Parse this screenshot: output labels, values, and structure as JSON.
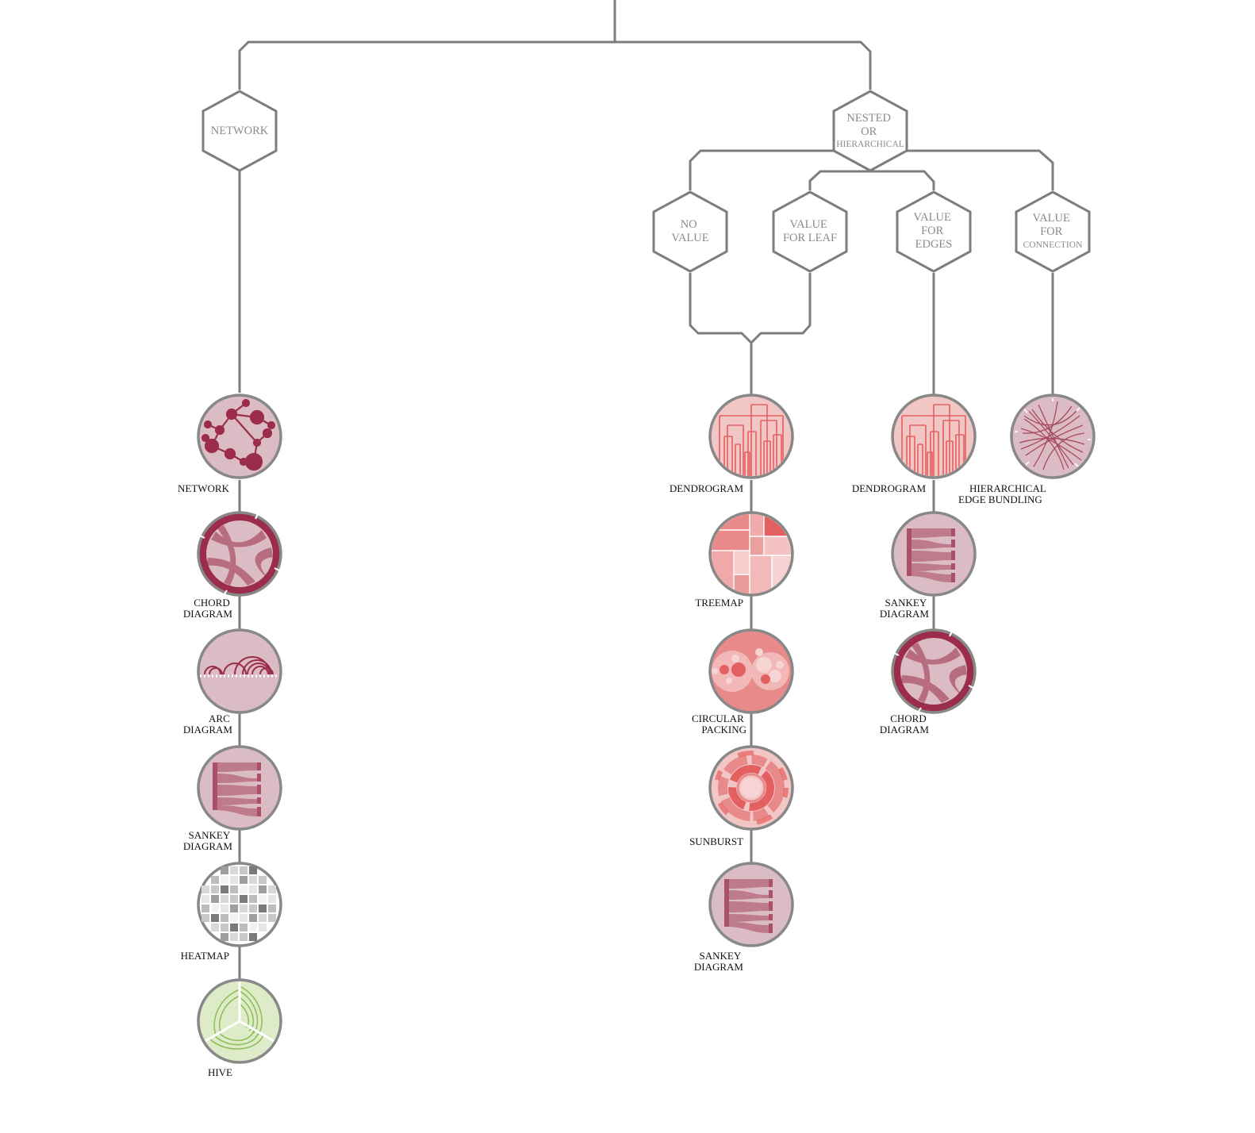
{
  "categories": {
    "network": {
      "lines": [
        "NETWORK"
      ]
    },
    "nested": {
      "lines": [
        "NESTED",
        "OR",
        "HIERARCHICAL"
      ]
    },
    "no_value": {
      "lines": [
        "NO",
        "VALUE"
      ]
    },
    "value_leaf": {
      "lines": [
        "VALUE",
        "FOR LEAF"
      ]
    },
    "value_edges": {
      "lines": [
        "VALUE",
        "FOR",
        "EDGES"
      ]
    },
    "value_connection": {
      "lines": [
        "VALUE",
        "FOR",
        "CONNECTION"
      ]
    }
  },
  "columns": {
    "network": [
      {
        "icon": "network-graph-icon",
        "label": [
          "NETWORK"
        ]
      },
      {
        "icon": "chord-diagram-icon",
        "label": [
          "CHORD",
          "DIAGRAM"
        ]
      },
      {
        "icon": "arc-diagram-icon",
        "label": [
          "ARC",
          "DIAGRAM"
        ]
      },
      {
        "icon": "sankey-diagram-icon",
        "label": [
          "SANKEY",
          "DIAGRAM"
        ]
      },
      {
        "icon": "heatmap-icon",
        "label": [
          "HEATMAP"
        ]
      },
      {
        "icon": "hive-plot-icon",
        "label": [
          "HIVE"
        ]
      }
    ],
    "no_value_leaf": [
      {
        "icon": "dendrogram-icon",
        "label": [
          "DENDROGRAM"
        ]
      },
      {
        "icon": "treemap-icon",
        "label": [
          "TREEMAP"
        ]
      },
      {
        "icon": "circular-packing-icon",
        "label": [
          "CIRCULAR",
          "PACKING"
        ]
      },
      {
        "icon": "sunburst-icon",
        "label": [
          "SUNBURST"
        ]
      },
      {
        "icon": "sankey-diagram-icon",
        "label": [
          "SANKEY",
          "DIAGRAM"
        ]
      }
    ],
    "value_edges": [
      {
        "icon": "dendrogram-icon",
        "label": [
          "DENDROGRAM"
        ]
      },
      {
        "icon": "sankey-diagram-icon",
        "label": [
          "SANKEY",
          "DIAGRAM"
        ]
      },
      {
        "icon": "chord-diagram-icon",
        "label": [
          "CHORD",
          "DIAGRAM"
        ]
      }
    ],
    "value_connection": [
      {
        "icon": "edge-bundling-icon",
        "label": [
          "HIERARCHICAL",
          "EDGE BUNDLING"
        ]
      }
    ]
  },
  "colors": {
    "line": "#7d7d7d",
    "mauve_bg": "#dcbcc4",
    "crimson": "#9b2c4c",
    "salmon_bg": "#f3c6c6",
    "salmon": "#e36060",
    "green_bg": "#deebc8",
    "green": "#8fbf5a"
  }
}
